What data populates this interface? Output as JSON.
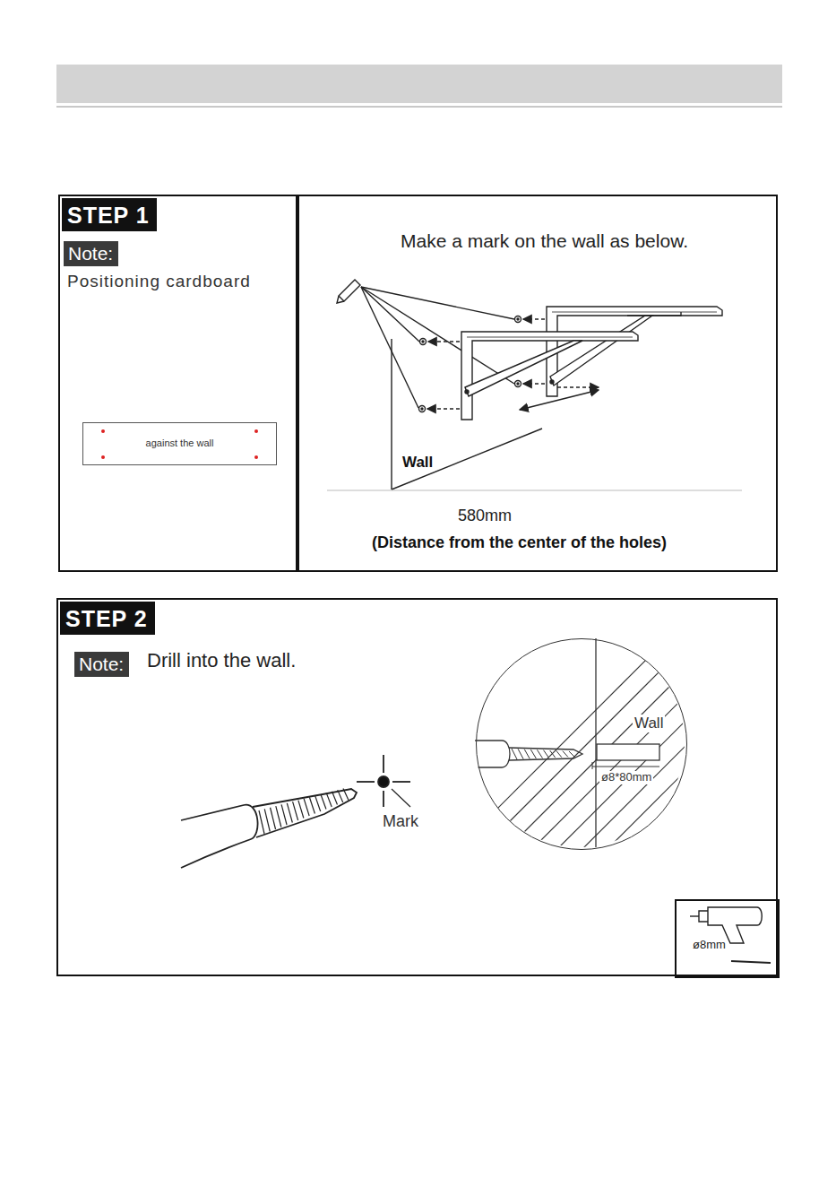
{
  "diagram": {
    "nodes": [
      {
        "text": [
          "Positioning cardboard"
        ]
      },
      {
        "text": [
          "STEP 1"
        ],
        "in": 0
      },
      {
        "text": [
          "Note:"
        ],
        "in": 0
      },
      {
        "text": [
          "against the wall"
        ],
        "in": 0
      },
      {
        "text": [
          "Make a mark on the wall as below.",
          "Wall",
          "580mm",
          "(Distance from the center of the holes)"
        ]
      },
      {
        "text": [
          "Drill into the wall.",
          "Mark"
        ]
      },
      {
        "text": [
          "STEP 2"
        ],
        "in": 5
      },
      {
        "text": [
          "Note:"
        ],
        "in": 5
      },
      {
        "text": [
          "Wall",
          "ø8*80mm"
        ],
        "in": 5
      },
      {
        "text": [
          "ø8mm"
        ],
        "in": 5
      }
    ]
  }
}
